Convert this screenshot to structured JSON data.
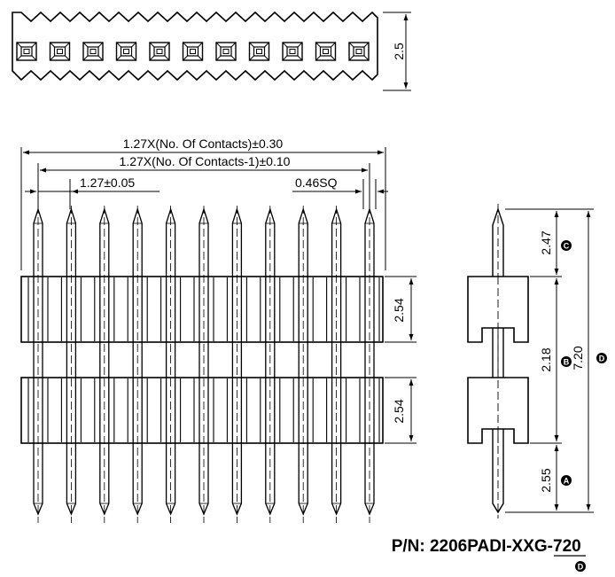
{
  "top_view": {
    "height_dim": "2.5",
    "contact_count": 11
  },
  "front_view": {
    "dim_overall": "1.27X(No. Of Contacts)±0.30",
    "dim_pitch_total": "1.27X(No. Of Contacts-1)±0.10",
    "dim_pitch": "1.27±0.05",
    "dim_pin": "0.46SQ",
    "dim_upper_housing": "2.54",
    "dim_lower_housing": "2.54",
    "pin_count": 11
  },
  "side_view": {
    "dim_top": "2.47",
    "label_top": "C",
    "dim_middle": "2.18",
    "label_middle": "B",
    "dim_bottom": "2.55",
    "label_bottom": "A",
    "dim_total": "7.20",
    "label_total": "D"
  },
  "part_number": {
    "prefix": "P/N: 2206PADI-XXG-",
    "suffix": "720",
    "suffix_label": "D"
  }
}
